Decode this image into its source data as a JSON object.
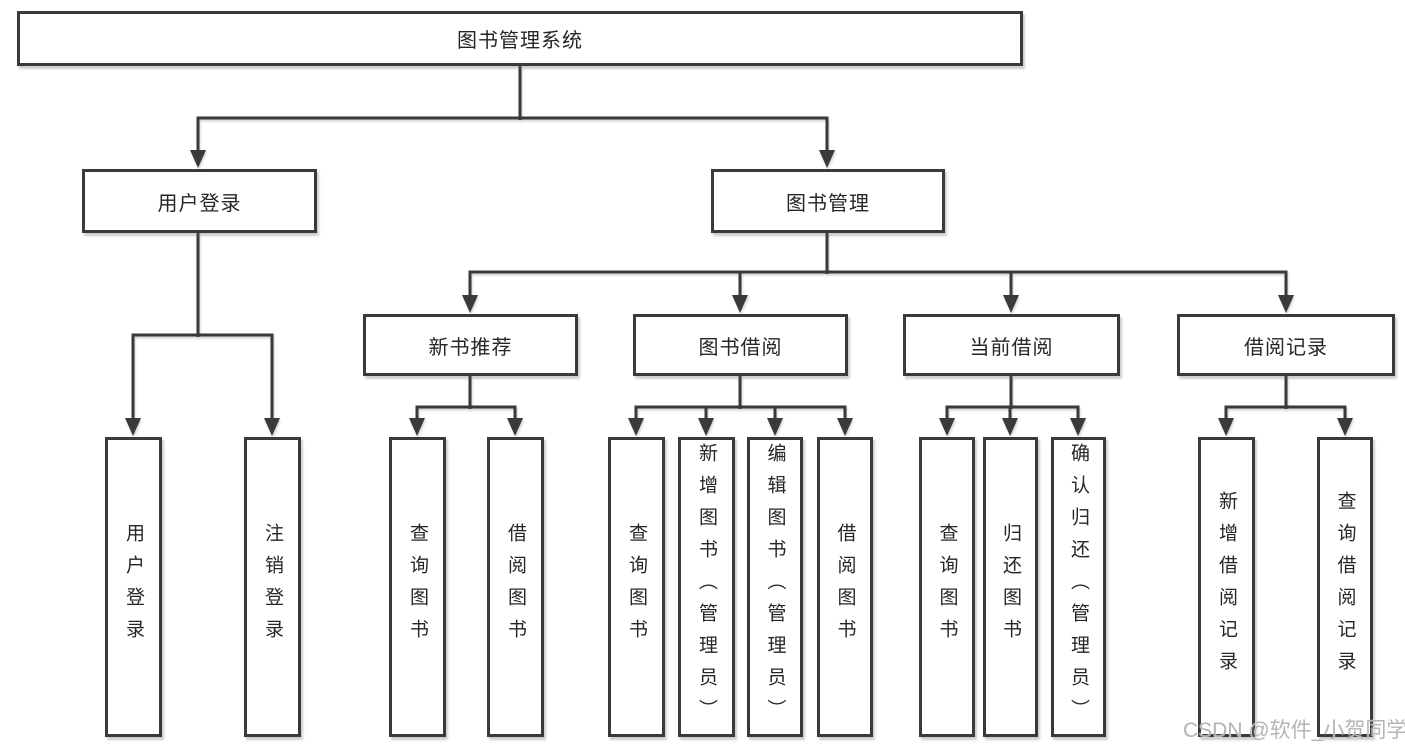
{
  "title": "图书管理系统",
  "colors": {
    "line": "#3a3a3a",
    "text": "#262626",
    "background": "#ffffff",
    "watermark": "#b0b0b0"
  },
  "nodes": {
    "root": {
      "label": "图书管理系统"
    },
    "user_login": {
      "label": "用户登录"
    },
    "book_mgmt": {
      "label": "图书管理"
    },
    "new_book_rec": {
      "label": "新书推荐"
    },
    "book_borrow": {
      "label": "图书借阅"
    },
    "current_borrow": {
      "label": "当前借阅"
    },
    "borrow_records": {
      "label": "借阅记录"
    },
    "leaf_user_login": {
      "label": "用户登录"
    },
    "leaf_logout": {
      "label": "注销登录"
    },
    "leaf_nb_query_book": {
      "label": "查询图书"
    },
    "leaf_nb_borrow_book": {
      "label": "借阅图书"
    },
    "leaf_bb_query_book": {
      "label": "查询图书"
    },
    "leaf_bb_add_book": {
      "label": "新增图书（管理员）"
    },
    "leaf_bb_edit_book": {
      "label": "编辑图书（管理员）"
    },
    "leaf_bb_borrow_book": {
      "label": "借阅图书"
    },
    "leaf_cb_query_book": {
      "label": "查询图书"
    },
    "leaf_cb_return_book": {
      "label": "归还图书"
    },
    "leaf_cb_confirm_return": {
      "label": "确认归还（管理员）"
    },
    "leaf_br_add_record": {
      "label": "新增借阅记录"
    },
    "leaf_br_query_record": {
      "label": "查询借阅记录"
    }
  },
  "hierarchy": [
    {
      "parent": "图书管理系统",
      "children": [
        "用户登录",
        "图书管理"
      ]
    },
    {
      "parent": "用户登录",
      "children": [
        "用户登录",
        "注销登录"
      ]
    },
    {
      "parent": "图书管理",
      "children": [
        "新书推荐",
        "图书借阅",
        "当前借阅",
        "借阅记录"
      ]
    },
    {
      "parent": "新书推荐",
      "children": [
        "查询图书",
        "借阅图书"
      ]
    },
    {
      "parent": "图书借阅",
      "children": [
        "查询图书",
        "新增图书（管理员）",
        "编辑图书（管理员）",
        "借阅图书"
      ]
    },
    {
      "parent": "当前借阅",
      "children": [
        "查询图书",
        "归还图书",
        "确认归还（管理员）"
      ]
    },
    {
      "parent": "借阅记录",
      "children": [
        "新增借阅记录",
        "查询借阅记录"
      ]
    }
  ],
  "watermark": {
    "text": "CSDN @软件_小贺同学"
  }
}
